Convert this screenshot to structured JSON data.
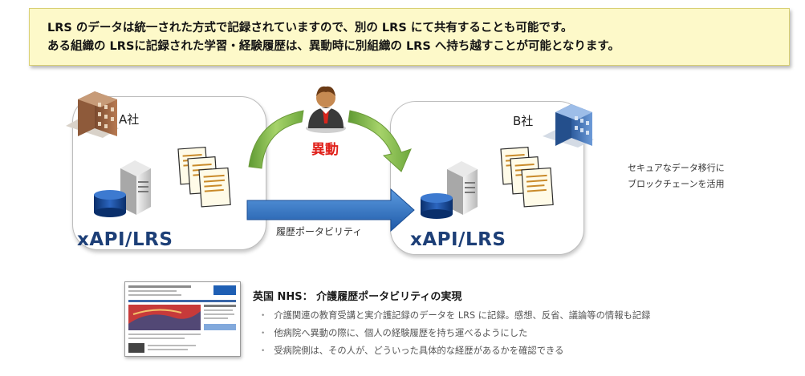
{
  "banner": {
    "line1": "LRS のデータは統一された方式で記録されていますので、別の LRS にて共有することも可能です。",
    "line2": "ある組織の LRSに記録された学習・経験履歴は、異動時に別組織の LRS へ持ち越すことが可能となります。"
  },
  "company_a": {
    "label": "A社",
    "system_label": "xAPI/LRS"
  },
  "company_b": {
    "label": "B社",
    "system_label": "xAPI/LRS"
  },
  "transfer": {
    "title": "異動",
    "arrow_caption": "履歴ポータビリティ"
  },
  "side_note": {
    "line1": "セキュアなデータ移行に",
    "line2": "ブロックチェーンを活用"
  },
  "case_study": {
    "title": "英国 NHS： 介護履歴ポータビリティの実現",
    "points": [
      "介護関連の教育受講と実介護記録のデータを LRS に記録。感想、反省、議論等の情報も記録",
      "他病院へ異動の際に、個人の経験履歴を持ち運べるようにした",
      "受病院側は、その人が、どういった具体的な経歴があるかを確認できる"
    ],
    "bullet": "・"
  },
  "colors": {
    "banner_bg": "#fdf9c9",
    "xapi_text": "#1d3f77",
    "transfer_red": "#e0211b",
    "arrow_blue": "#2f6fc4",
    "arrow_green": "#7fb33c"
  }
}
